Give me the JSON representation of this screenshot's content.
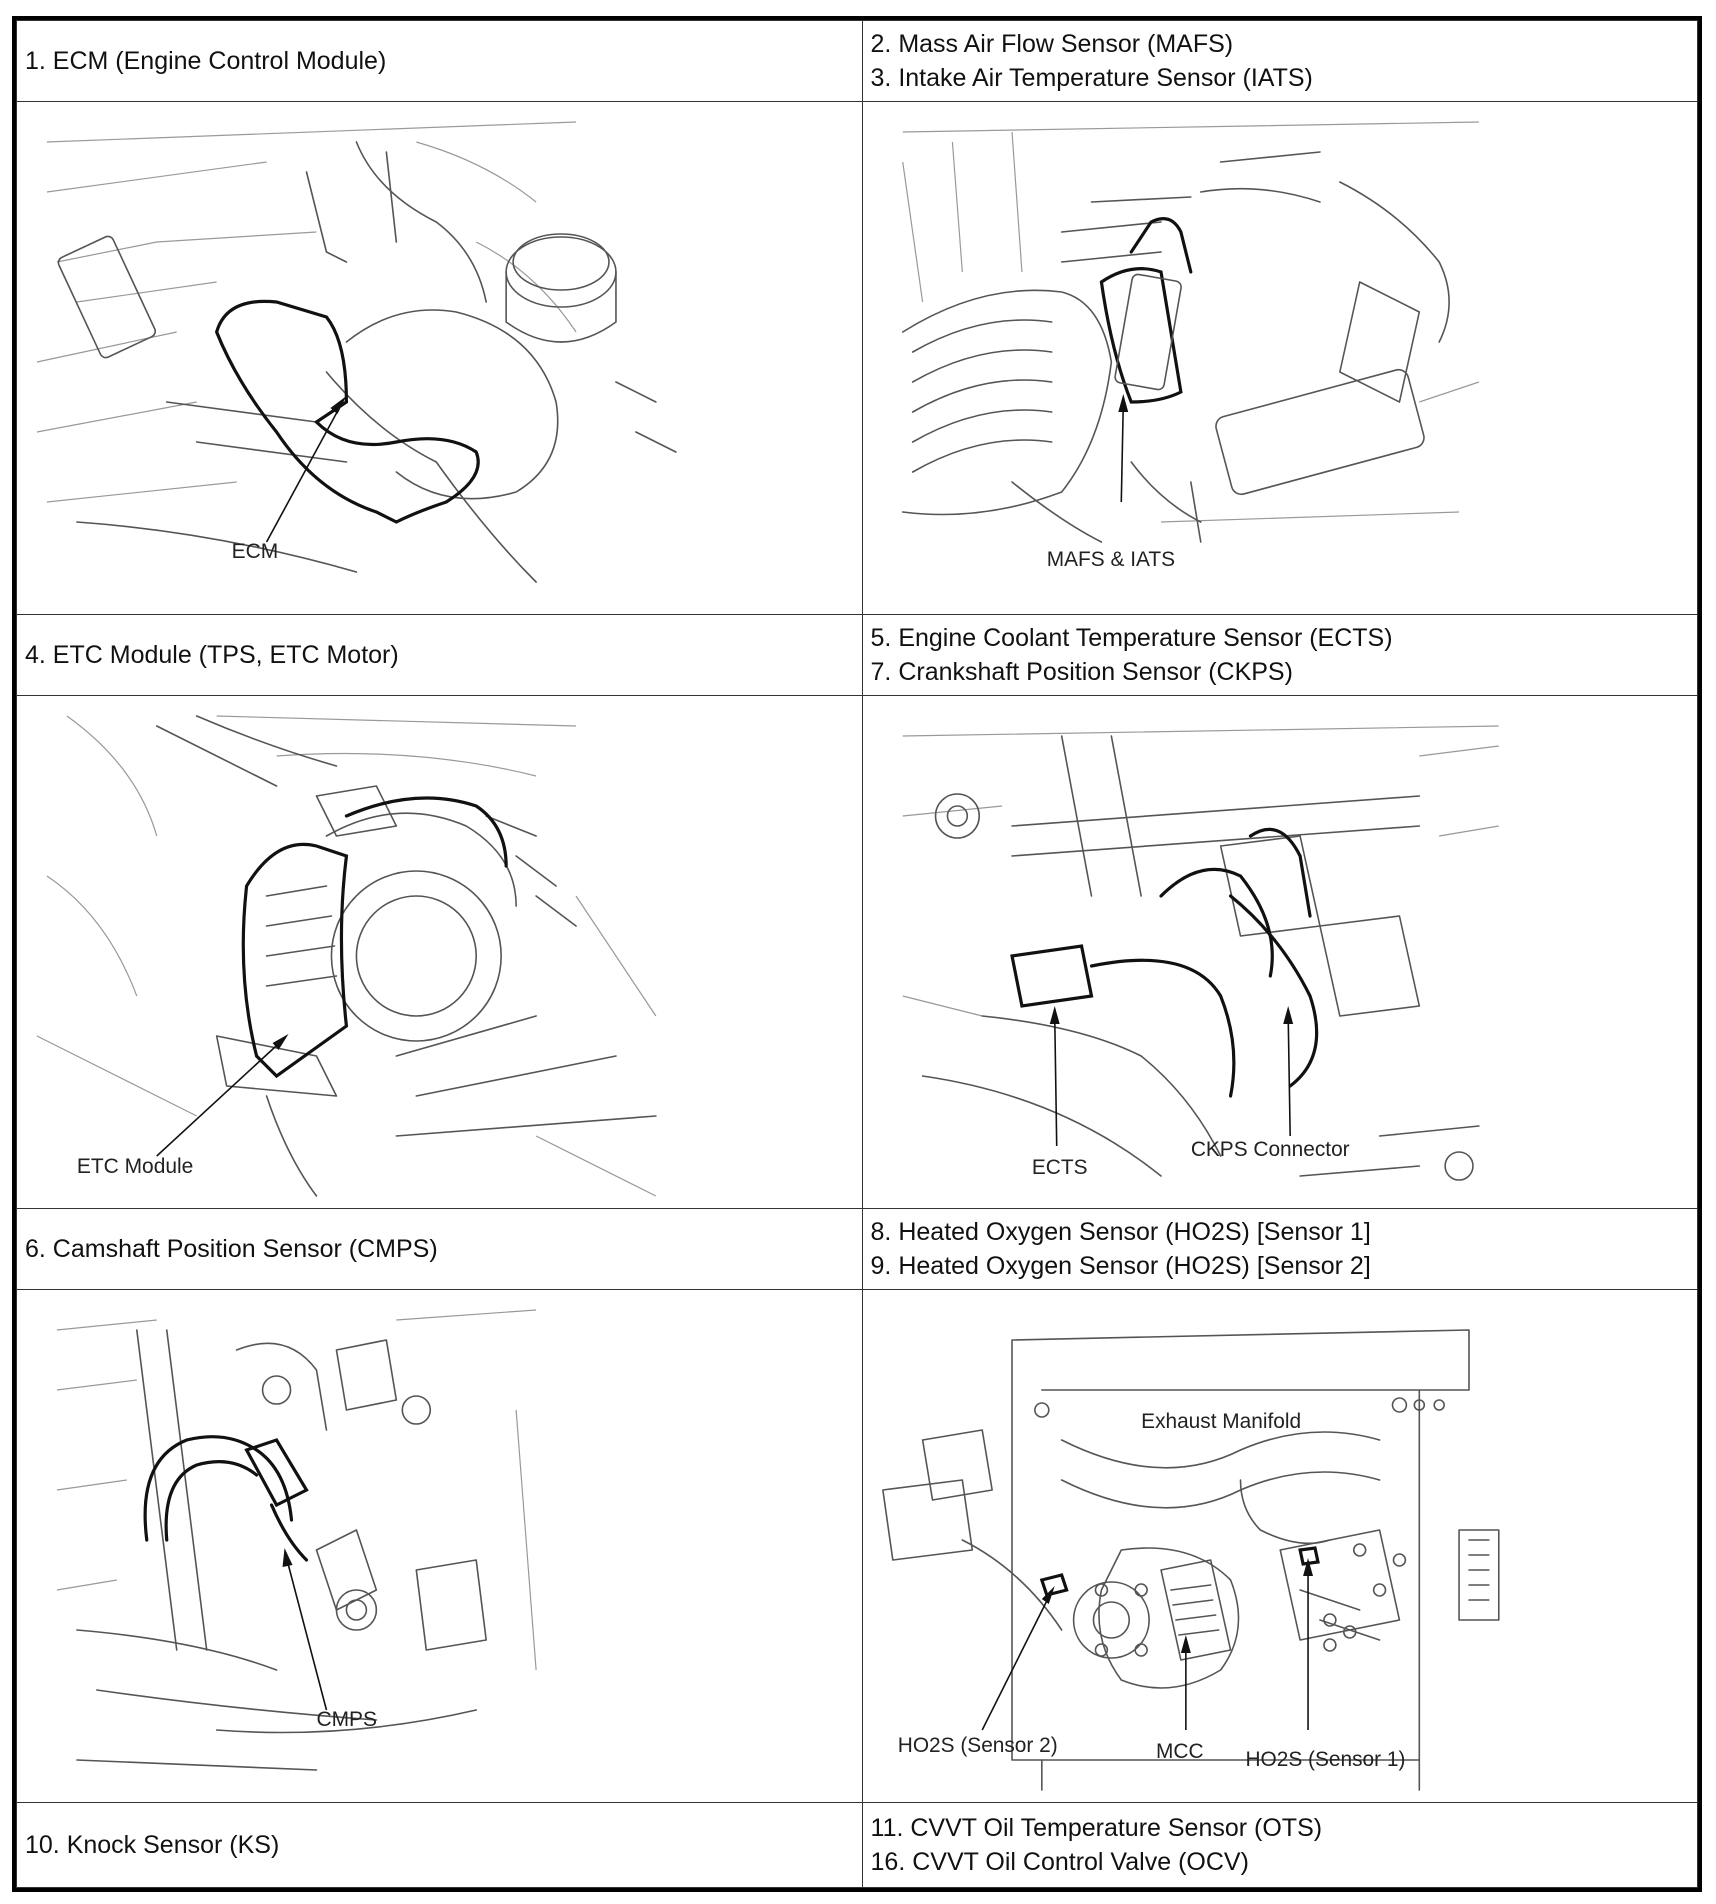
{
  "sections": [
    {
      "id": 1,
      "lines": [
        "1. ECM (Engine Control Module)"
      ],
      "callouts": [
        "ECM"
      ]
    },
    {
      "id": 2,
      "lines": [
        "2. Mass Air Flow Sensor (MAFS)",
        "3. Intake Air Temperature Sensor (IATS)"
      ],
      "callouts": [
        "MAFS & IATS"
      ]
    },
    {
      "id": 3,
      "lines": [
        "4. ETC Module (TPS, ETC Motor)"
      ],
      "callouts": [
        "ETC Module"
      ]
    },
    {
      "id": 4,
      "lines": [
        "5. Engine Coolant Temperature Sensor (ECTS)",
        "7. Crankshaft Position Sensor (CKPS)"
      ],
      "callouts": [
        "ECTS",
        "CKPS Connector"
      ]
    },
    {
      "id": 5,
      "lines": [
        "6. Camshaft Position Sensor (CMPS)"
      ],
      "callouts": [
        "CMPS"
      ]
    },
    {
      "id": 6,
      "lines": [
        "8. Heated Oxygen Sensor (HO2S) [Sensor 1]",
        "9. Heated Oxygen Sensor (HO2S) [Sensor 2]"
      ],
      "callouts": [
        "Exhaust Manifold",
        "HO2S (Sensor 2)",
        "MCC",
        "HO2S (Sensor 1)"
      ]
    },
    {
      "id": 7,
      "lines": [
        "10. Knock Sensor (KS)"
      ],
      "callouts": []
    },
    {
      "id": 8,
      "lines": [
        "11. CVVT Oil Temperature Sensor (OTS)",
        "16. CVVT Oil Control Valve (OCV)"
      ],
      "callouts": []
    }
  ]
}
